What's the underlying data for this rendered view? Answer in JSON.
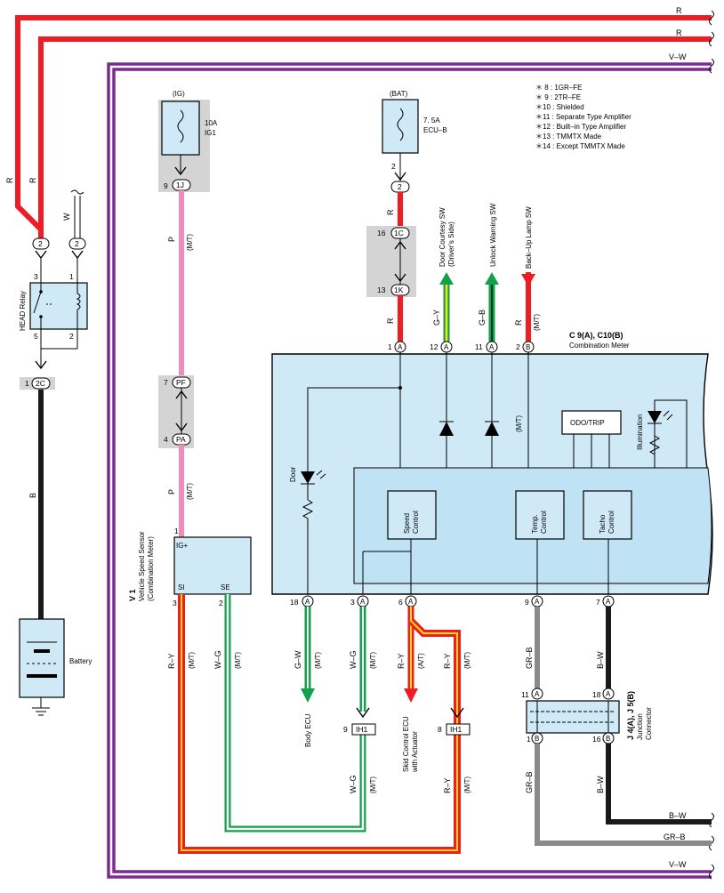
{
  "colors": {
    "red": "#ee1c24",
    "purple": "#7b2d8e",
    "pink": "#f28cbf",
    "green": "#12a14a",
    "yellow": "#ffe600",
    "gray": "#8a8a8a",
    "black": "#1a1a1a",
    "meter_fill": "#cfe9f7",
    "meter_inner": "#bfe2f5",
    "gray_box": "#d4d4d4"
  },
  "right_wires": {
    "r1": "R",
    "r2": "R",
    "vw_top": "V–W",
    "bw": "B–W",
    "grb": "GR–B",
    "vw_bottom": "V–W"
  },
  "notes": [
    "＊ 8 : 1GR–FE",
    "＊ 9 : 2TR–FE",
    "＊10 : Shielded",
    "＊11 : Separate Type Amplifier",
    "＊12 : Built–in Type Amplifier",
    "＊13 : TMMTX Made",
    "＊14 : Except TMMTX Made"
  ],
  "head_relay": {
    "name": "HEAD Relay",
    "conn_left": "2",
    "conn_right": "2",
    "pin3": "3",
    "pin1": "1",
    "pin5": "5",
    "pin2": "2",
    "wire_r_outer": "R",
    "wire_r_inner": "R",
    "wire_w": "W",
    "junction_pin": "1",
    "junction_conn": "2C",
    "wire_b": "B"
  },
  "battery": {
    "label": "Battery"
  },
  "ig_fuse": {
    "source": "(IG)",
    "rating": "10A",
    "name": "IG1",
    "pin": "9",
    "conn": "1J",
    "wire_p1": "P",
    "wire_mt1": "(M/T)",
    "pf_pin": "7",
    "pf_conn": "PF",
    "pa_pin": "4",
    "pa_conn": "PA",
    "wire_p2": "P",
    "wire_mt2": "(M/T)",
    "pin1": "1"
  },
  "bat_fuse": {
    "source": "(BAT)",
    "rating": "7. 5A",
    "name": "ECU–B",
    "pin_top": "2",
    "conn": "2",
    "wire_r1": "R",
    "c16_pin": "16",
    "c16_conn": "1C",
    "k13_pin": "13",
    "k13_conn": "1K",
    "wire_r2": "R"
  },
  "top_signals": {
    "door_sw": "Door Courtesy SW",
    "door_sw2": "(Driver’s Side)",
    "door_wire": "G–Y",
    "unlock_sw": "Unlock Warning SW",
    "unlock_wire": "G–B",
    "backup_sw": "Back–Up Lamp SW",
    "backup_wire": "R",
    "backup_mt": "(M/T)"
  },
  "meter": {
    "id": "C 9(A), C10(B)",
    "name": "Combination Meter",
    "pins_top": [
      {
        "num": "1",
        "letter": "A"
      },
      {
        "num": "12",
        "letter": "A"
      },
      {
        "num": "11",
        "letter": "A"
      },
      {
        "num": "2",
        "letter": "B"
      }
    ],
    "pins_bottom": [
      {
        "num": "18",
        "letter": "A"
      },
      {
        "num": "3",
        "letter": "A"
      },
      {
        "num": "6",
        "letter": "A"
      },
      {
        "num": "9",
        "letter": "A"
      },
      {
        "num": "7",
        "letter": "A"
      }
    ],
    "odo": "ODO/TRIP",
    "illum": "Illumination",
    "door": "Door",
    "mt_inner": "(M/T)",
    "speed": [
      "Speed",
      "Control"
    ],
    "temp": [
      "Temp.",
      "Control"
    ],
    "tacho": [
      "Tacho",
      "Control"
    ]
  },
  "sensor": {
    "id": "V 1",
    "name": "Vehicle Speed Sensor",
    "sub": "(Combination Meter)",
    "ig": "IG+",
    "si": "SI",
    "se": "SE",
    "pin_si": "3",
    "pin_se": "2",
    "wire_ry": "R–Y",
    "wire_ry_mt": "(M/T)",
    "wire_wg": "W–G",
    "wire_wg_mt": "(M/T)"
  },
  "bottom": {
    "body_wire": "G–W",
    "body_mt": "(M/T)",
    "body_ecu": "Body ECU",
    "wg_wire": "W–G",
    "wg_mt": "(M/T)",
    "ih1_pin_a": "9",
    "ih1_a": "IH1",
    "ry_wire": "R–Y",
    "ry_at": "(A/T)",
    "skid": "Skid Control ECU",
    "skid2": "with Actuator",
    "ry2_wire": "R–Y",
    "ry2_mt": "(M/T)",
    "ih1_pin_b": "8",
    "ih1_b": "IH1",
    "wg_low": "W–G",
    "wg_low_mt": "(M/T)",
    "ry_low": "R–Y",
    "ry_low_mt": "(M/T)",
    "grb_wire": "GR–B",
    "bw_wire": "B–W",
    "grb_low": "GR–B",
    "bw_low": "B–W"
  },
  "junction": {
    "id": "J 4(A), J 5(B)",
    "name": "Junction",
    "name2": "Connector",
    "pin_tl": "11",
    "let_tl": "A",
    "pin_tr": "18",
    "let_tr": "A",
    "pin_bl": "1",
    "let_bl": "B",
    "pin_br": "16",
    "let_br": "B"
  }
}
